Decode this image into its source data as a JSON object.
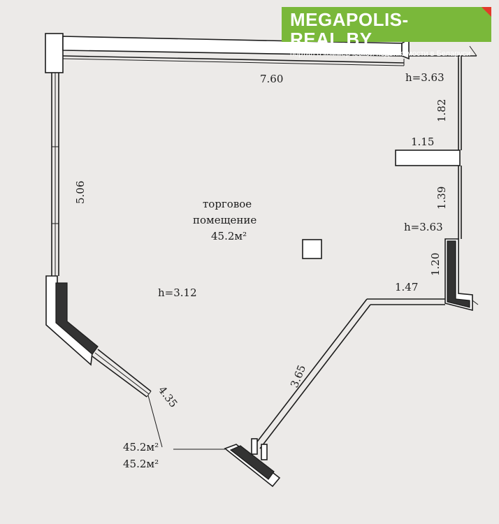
{
  "brand": {
    "name": "MEGAPOLIS-REAL.BY",
    "tagline": "портал о коммерческой недвижимости в Беларуси",
    "color": "#7ab83a",
    "accent": "#e23a2b"
  },
  "room": {
    "name_line1": "торговое",
    "name_line2": "помещение",
    "area": "45.2м²",
    "height_main": "h=3.12"
  },
  "dimensions": {
    "top_wall": "7.60",
    "left_wall": "5.06",
    "bay_diagonal": "4.35",
    "right_upper": "1.82",
    "right_notch": "1.15",
    "right_middle": "1.39",
    "right_lower": "1.20",
    "right_return": "1.47",
    "diagonal_front": "3.65"
  },
  "heights": {
    "upper": "h=3.63",
    "middle": "h=3.63"
  },
  "callout": {
    "area_1": "45.2м²",
    "area_2": "45.2м²"
  }
}
